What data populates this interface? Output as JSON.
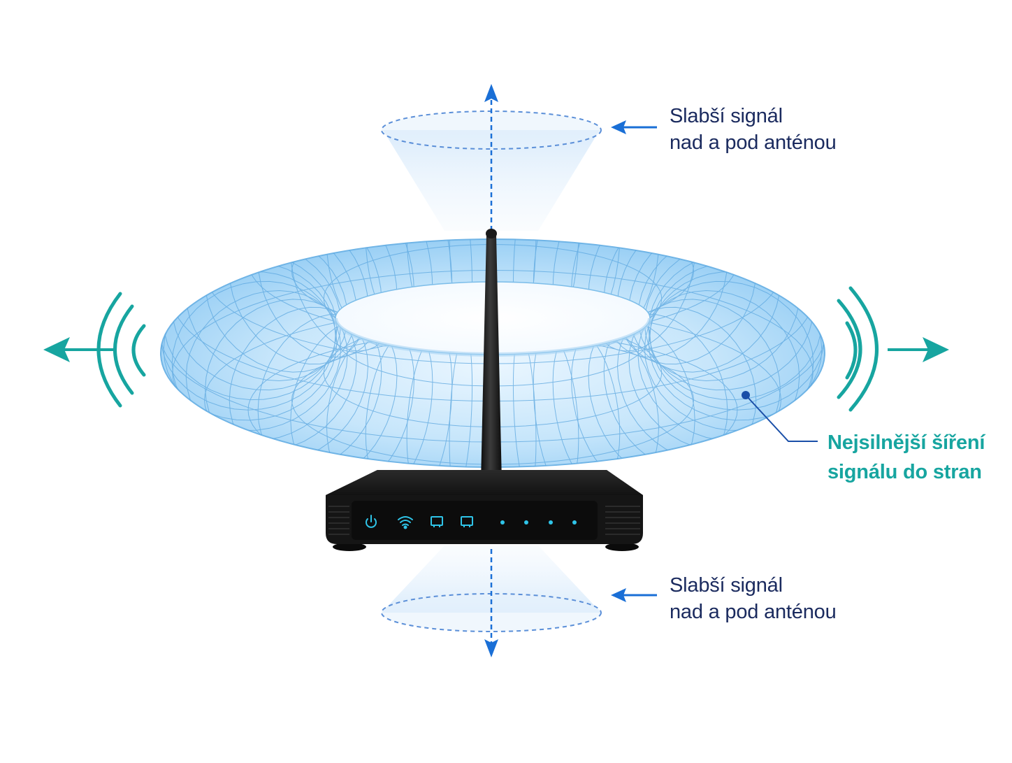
{
  "colors": {
    "navy_text": "#1a2a5e",
    "teal": "#17a5a0",
    "blue_arrow": "#1a6fd6",
    "torus_fill": "#bfe3fb",
    "torus_line": "#5aa6df",
    "router_body": "#141414",
    "led": "#2fc4e8"
  },
  "icons": [
    "power-icon",
    "wifi-icon",
    "lan-port-icon",
    "lan-port-icon",
    "status-dot-icon"
  ],
  "labels": {
    "top": {
      "line1": "Slabší signál",
      "line2": "nad a pod anténou"
    },
    "bottom": {
      "line1": "Slabší signál",
      "line2": "nad a pod anténou"
    },
    "side": {
      "line1": "Nejsilnější šíření",
      "line2": "signálu do stran"
    }
  }
}
